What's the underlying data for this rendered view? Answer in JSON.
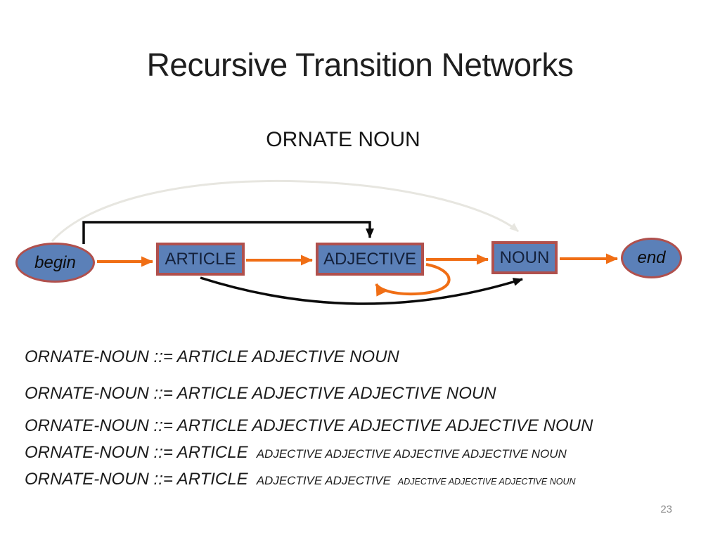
{
  "slide": {
    "title": "Recursive Transition Networks",
    "subtitle": "ORNATE NOUN",
    "page_number": "23"
  },
  "diagram": {
    "nodes": [
      {
        "id": "begin",
        "label": "begin",
        "shape": "ellipse"
      },
      {
        "id": "article",
        "label": "ARTICLE",
        "shape": "rect"
      },
      {
        "id": "adjective",
        "label": "ADJECTIVE",
        "shape": "rect"
      },
      {
        "id": "noun",
        "label": "NOUN",
        "shape": "rect"
      },
      {
        "id": "end",
        "label": "end",
        "shape": "ellipse"
      }
    ],
    "edges": [
      {
        "from": "begin",
        "to": "article",
        "style": "straight",
        "color": "orange"
      },
      {
        "from": "article",
        "to": "adjective",
        "style": "straight",
        "color": "orange"
      },
      {
        "from": "adjective",
        "to": "noun",
        "style": "straight",
        "color": "orange"
      },
      {
        "from": "noun",
        "to": "end",
        "style": "straight",
        "color": "orange"
      },
      {
        "from": "adjective",
        "to": "adjective",
        "style": "self-loop",
        "color": "orange"
      },
      {
        "from": "begin",
        "to": "adjective",
        "style": "elbow-over-top",
        "color": "black"
      },
      {
        "from": "article",
        "to": "noun",
        "style": "curve-under",
        "color": "black"
      },
      {
        "from": "begin",
        "to": "noun",
        "style": "arc-over-top",
        "color": "faded-gray"
      }
    ]
  },
  "rules": [
    {
      "segments": [
        {
          "text": "ORNATE-NOUN ::= ARTICLE ADJECTIVE NOUN",
          "size": "lg"
        }
      ]
    },
    {
      "segments": [
        {
          "text": "ORNATE-NOUN ::= ARTICLE ADJECTIVE ADJECTIVE NOUN",
          "size": "lg"
        }
      ]
    },
    {
      "segments": [
        {
          "text": "ORNATE-NOUN ::= ARTICLE ADJECTIVE ADJECTIVE ADJECTIVE NOUN",
          "size": "lg"
        }
      ]
    },
    {
      "segments": [
        {
          "text": "ORNATE-NOUN ::= ARTICLE",
          "size": "lg"
        },
        {
          "text": "ADJECTIVE ADJECTIVE ADJECTIVE ADJECTIVE NOUN",
          "size": "md"
        }
      ]
    },
    {
      "segments": [
        {
          "text": "ORNATE-NOUN ::= ARTICLE",
          "size": "lg"
        },
        {
          "text": "ADJECTIVE ADJECTIVE",
          "size": "md"
        },
        {
          "text": "ADJECTIVE ADJECTIVE ADJECTIVE NOUN",
          "size": "sm"
        }
      ]
    }
  ],
  "colors": {
    "orange": "#F06E15",
    "node-fill": "#5B80B8",
    "node-border": "#B0504D",
    "node-text": "#14213B",
    "line-black": "#0B0B0B",
    "line-faded": "#E7E6E0",
    "text-dark": "#1C1C1C",
    "page-number-gray": "#8A8A8A"
  }
}
